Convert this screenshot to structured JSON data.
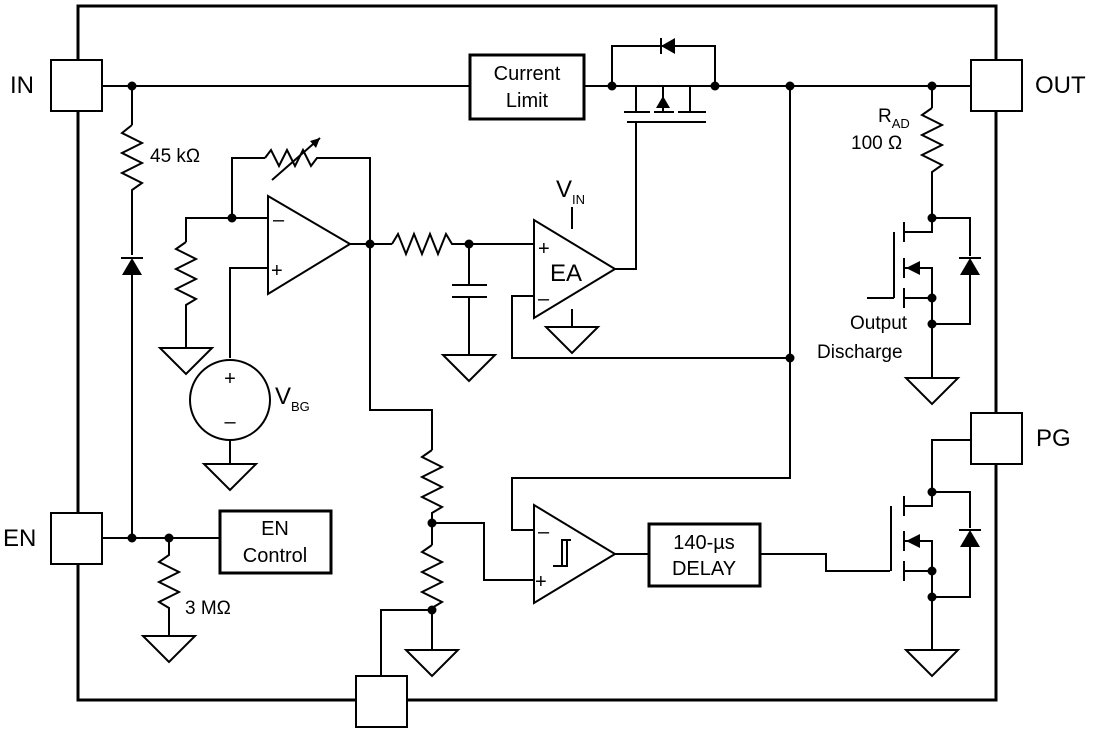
{
  "pins": {
    "in": "IN",
    "out": "OUT",
    "en": "EN",
    "pg": "PG"
  },
  "blocks": {
    "current_limit_line1": "Current",
    "current_limit_line2": "Limit",
    "en_control_line1": "EN",
    "en_control_line2": "Control",
    "delay_line1": "140-µs",
    "delay_line2": "DELAY",
    "error_amp": "EA"
  },
  "labels": {
    "r_in_value": "45 kΩ",
    "r_en_value": "3 MΩ",
    "r_ad_main": "R",
    "r_ad_sub": "AD",
    "r_ad_value": "100 Ω",
    "vin_main": "V",
    "vin_sub": "IN",
    "vbg_main": "V",
    "vbg_sub": "BG",
    "discharge_line1": "Output",
    "discharge_line2": "Discharge",
    "plus": "+",
    "minus": "–"
  }
}
